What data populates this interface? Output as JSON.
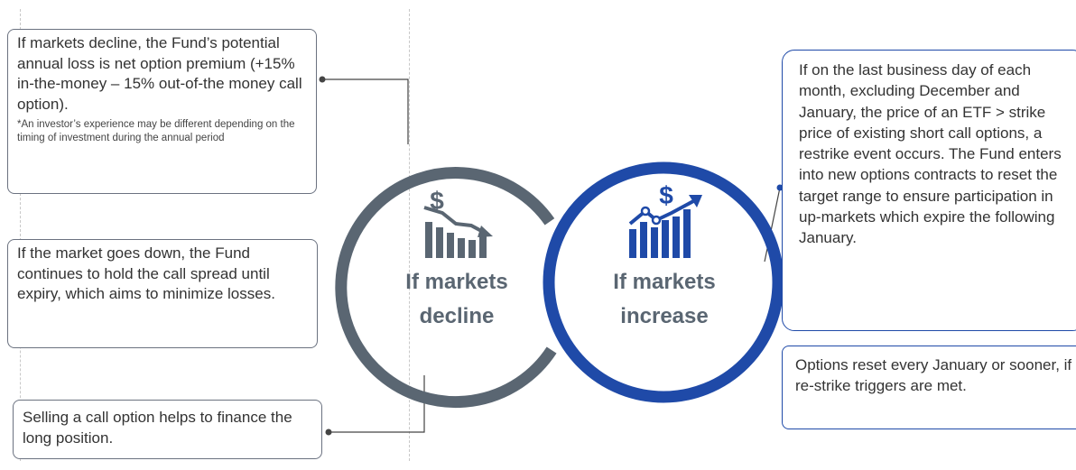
{
  "colors": {
    "grey": "#5a6672",
    "blue": "#1f4aa8",
    "text": "#333333",
    "divider": "#c8c8c8"
  },
  "left_boxes": {
    "decline_loss": {
      "text": "If markets decline, the Fund’s potential annual loss is net option premium (+15% in-the-money – 15% out-of-the money call option).",
      "note": "*An investor’s experience may be different depending on the timing of investment during the annual period"
    },
    "market_down": {
      "text": "If the market goes down, the Fund continues to hold the call spread until expiry, which aims to minimize losses."
    },
    "selling_call": {
      "text": "Selling a call option helps to finance the long position."
    }
  },
  "right_boxes": {
    "restrike": {
      "text": "If on the last business day of each month, excluding December and January, the price of an ETF > strike price of existing short call options, a restrike event occurs. The Fund enters into new options contracts to reset the target range to ensure participation in up-markets which expire the following January."
    },
    "options_reset": {
      "text": "Options reset every January or sooner, if re-strike triggers are met."
    }
  },
  "circles": {
    "decline": {
      "line1": "If markets",
      "line2": "decline",
      "icon": "dollar-chart-down-icon"
    },
    "increase": {
      "line1": "If markets",
      "line2": "increase",
      "icon": "dollar-chart-up-icon"
    }
  }
}
